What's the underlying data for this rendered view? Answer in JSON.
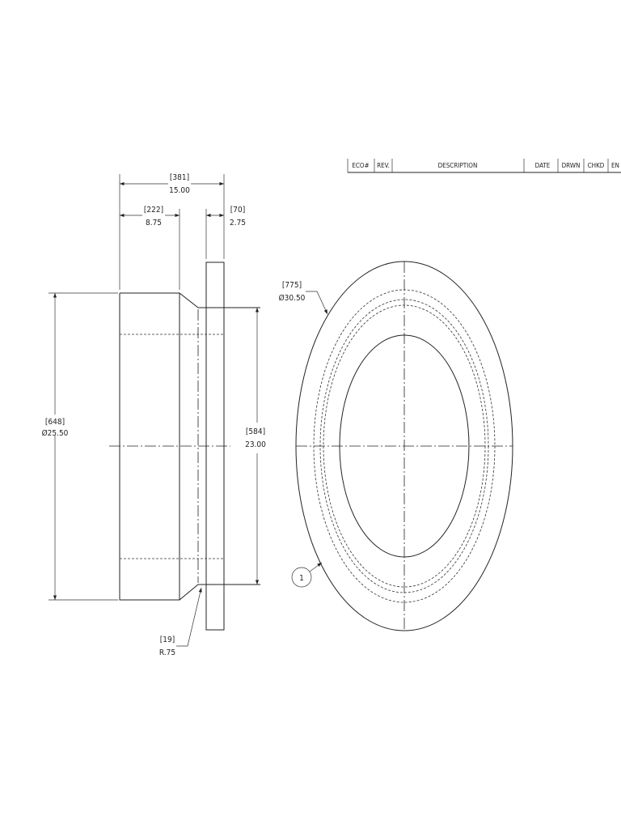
{
  "revision_table": {
    "headers": [
      "ECO#",
      "REV.",
      "DESCRIPTION",
      "DATE",
      "DRWN",
      "CHKD",
      "EN"
    ]
  },
  "side_view": {
    "overall_length": {
      "mm": "[381]",
      "in": "15.00"
    },
    "body_length": {
      "mm": "[222]",
      "in": "8.75"
    },
    "flange_thickness": {
      "mm": "[70]",
      "in": "2.75"
    },
    "outer_diameter": {
      "mm": "[648]",
      "in": "Ø25.50"
    },
    "inner_diameter": {
      "mm": "[584]",
      "in": "23.00"
    },
    "fillet_radius": {
      "mm": "[19]",
      "in": "R.75"
    }
  },
  "front_view": {
    "flange_diameter": {
      "mm": "[775]",
      "in": "Ø30.50"
    },
    "balloon": "1"
  }
}
